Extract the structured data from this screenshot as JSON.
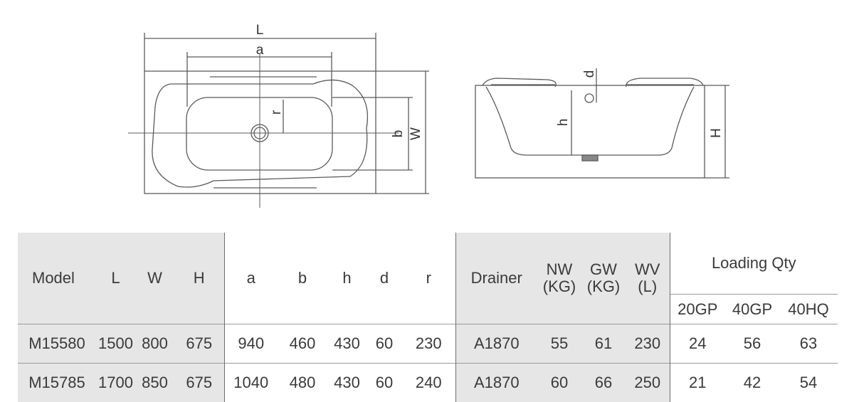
{
  "drawing": {
    "top_view_labels": {
      "L": "L",
      "a": "a",
      "r": "r",
      "b": "b",
      "W": "W"
    },
    "side_view_labels": {
      "d": "d",
      "h": "h",
      "H": "H"
    }
  },
  "table": {
    "headers": {
      "model": "Model",
      "L": "L",
      "W": "W",
      "H": "H",
      "a": "a",
      "b": "b",
      "h": "h",
      "d": "d",
      "r": "r",
      "drainer": "Drainer",
      "nw_line1": "NW",
      "nw_line2": "(KG)",
      "gw_line1": "GW",
      "gw_line2": "(KG)",
      "wv_line1": "WV",
      "wv_line2": "(L)",
      "loading_qty": "Loading Qty",
      "gp20": "20GP",
      "gp40": "40GP",
      "hq40": "40HQ"
    },
    "rows": [
      {
        "model": "M15580",
        "L": "1500",
        "W": "800",
        "H": "675",
        "a": "940",
        "b": "460",
        "h": "430",
        "d": "60",
        "r": "230",
        "drainer": "A1870",
        "nw": "55",
        "gw": "61",
        "wv": "230",
        "gp20": "24",
        "gp40": "56",
        "hq40": "63"
      },
      {
        "model": "M15785",
        "L": "1700",
        "W": "850",
        "H": "675",
        "a": "1040",
        "b": "480",
        "h": "430",
        "d": "60",
        "r": "240",
        "drainer": "A1870",
        "nw": "60",
        "gw": "66",
        "wv": "250",
        "gp20": "21",
        "gp40": "42",
        "hq40": "54"
      }
    ]
  }
}
